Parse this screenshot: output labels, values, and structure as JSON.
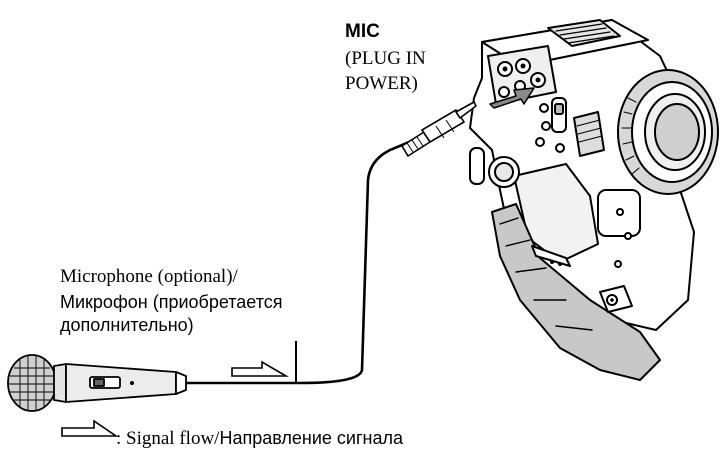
{
  "labels": {
    "mic_jack_title": "MIC",
    "mic_jack_sub_line1": "(PLUG IN",
    "mic_jack_sub_line2": "POWER)",
    "microphone_en": "Microphone (optional)/",
    "microphone_ru_line1": "Микрофон (приобретается",
    "microphone_ru_line2": "дополнительно)",
    "legend_prefix": ": Signal flow/",
    "legend_ru": "Направление сигнала"
  },
  "icons": {
    "camcorder": "camcorder-illustration",
    "microphone": "microphone-illustration",
    "signal_arrow": "hollow-right-arrow",
    "jack_arrow": "solid-arrow"
  },
  "colors": {
    "line": "#000000",
    "body_fill": "#ffffff",
    "shade": "#dcdcdc",
    "dark_shade": "#8a8a8a"
  }
}
